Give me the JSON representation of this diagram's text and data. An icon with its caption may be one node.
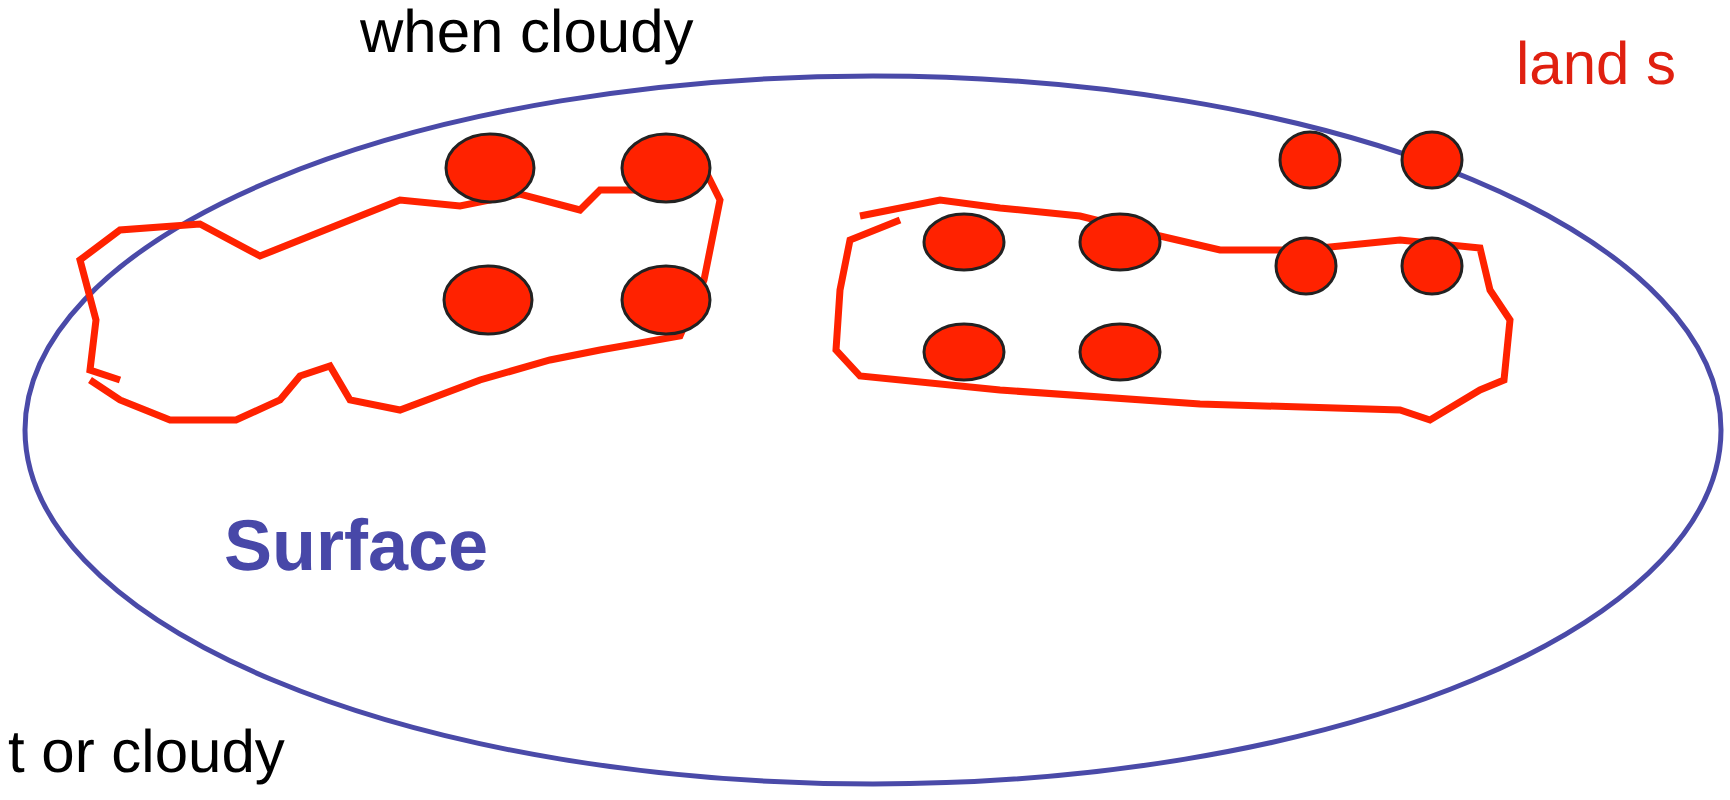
{
  "diagram": {
    "nodes": [
      {
        "text": [
          "Surface"
        ]
      }
    ],
    "labels": [
      "when cloudy",
      "land s",
      "t or cloudy"
    ]
  }
}
